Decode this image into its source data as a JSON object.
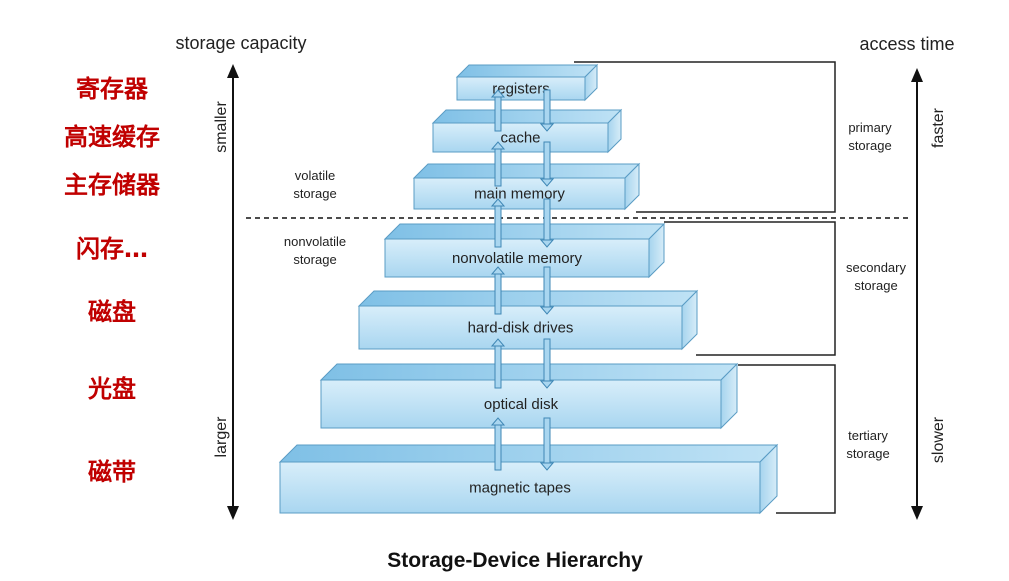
{
  "chinese_labels": [
    "寄存器",
    "高速缓存",
    "主存储器",
    "闪存…",
    "磁盘",
    "光盘",
    "磁带"
  ],
  "left_axis": {
    "title": "storage capacity",
    "top_label": "smaller",
    "bottom_label": "larger"
  },
  "right_axis": {
    "title": "access time",
    "top_label": "faster",
    "bottom_label": "slower"
  },
  "levels": [
    "registers",
    "cache",
    "main memory",
    "nonvolatile memory",
    "hard-disk drives",
    "optical disk",
    "magnetic tapes"
  ],
  "volatility": {
    "volatile": [
      "volatile",
      "storage"
    ],
    "nonvolatile": [
      "nonvolatile",
      "storage"
    ]
  },
  "groups": {
    "primary": [
      "primary",
      "storage"
    ],
    "secondary": [
      "secondary",
      "storage"
    ],
    "tertiary": [
      "tertiary",
      "storage"
    ]
  },
  "caption": "Storage-Device Hierarchy",
  "colors": {
    "chinese": "#c00000",
    "box_front": "#bfe3f5",
    "box_edge": "#5a9cc4"
  }
}
